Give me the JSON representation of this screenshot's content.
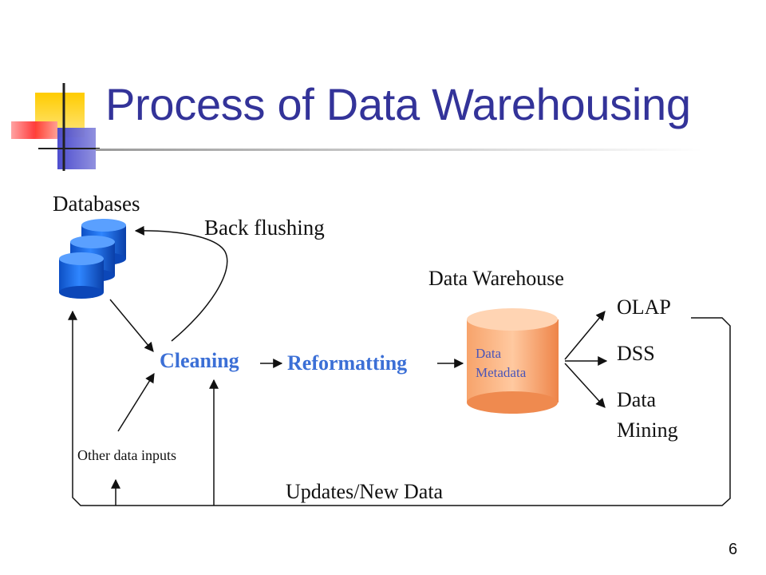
{
  "title": "Process of Data Warehousing",
  "page_number": "6",
  "diagram": {
    "nodes": {
      "databases": "Databases",
      "back_flushing": "Back flushing",
      "cleaning": "Cleaning",
      "reformatting": "Reformatting",
      "data_warehouse": "Data Warehouse",
      "warehouse_data": "Data",
      "warehouse_metadata": "Metadata",
      "olap": "OLAP",
      "dss": "DSS",
      "data_mining_line1": "Data",
      "data_mining_line2": "Mining",
      "other_data_inputs": "Other data inputs",
      "updates_new_data": "Updates/New Data"
    }
  },
  "colors": {
    "title": "#333399",
    "process_label": "#3b6fd6",
    "database_fill": "#1f6fe0",
    "warehouse_fill": "#f59a5c"
  }
}
